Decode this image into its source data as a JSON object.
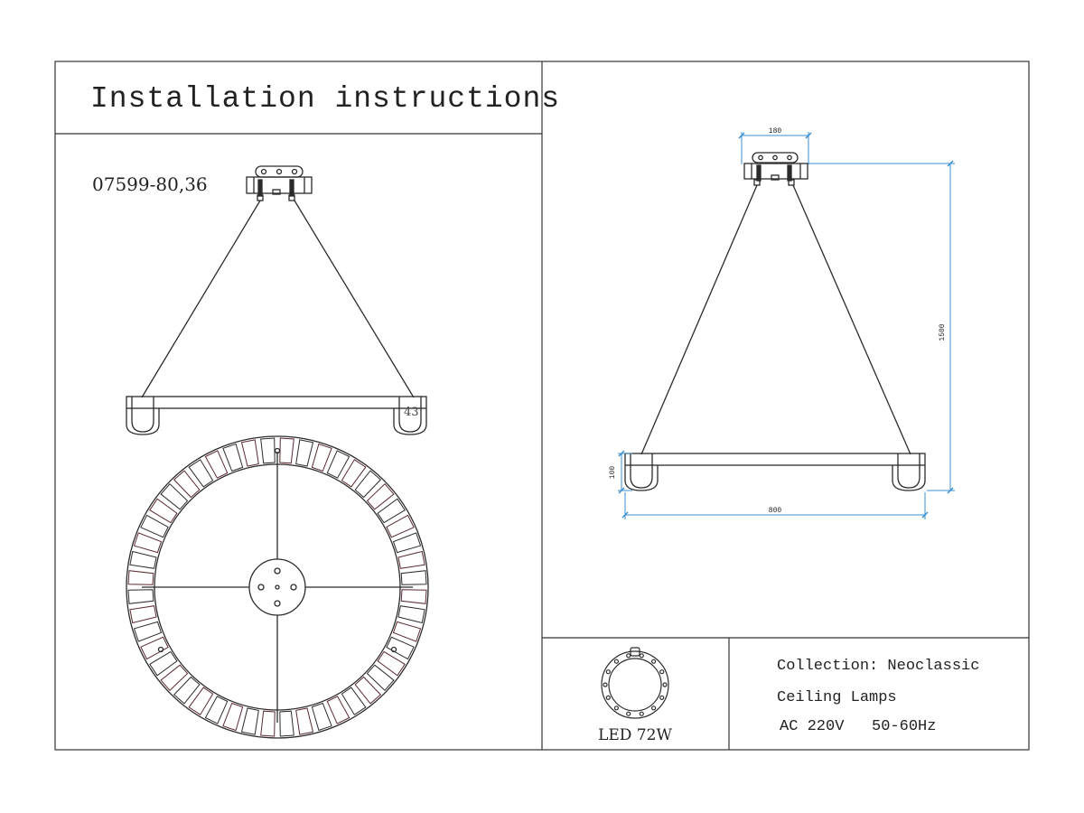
{
  "title": "Installation instructions",
  "model_code": "07599-80,36",
  "side_view_label": "43",
  "dimensions": {
    "base_width": "180",
    "height": "1500",
    "ring_height": "100",
    "diameter": "800"
  },
  "led_label": "LED 72W",
  "specs": {
    "collection": "Collection: Neoclassic",
    "category": "Ceiling Lamps",
    "power": "AC 220V   50-60Hz"
  },
  "colors": {
    "line": "#2b2b2b",
    "dimension": "#3a8fd0",
    "accent_red": "#b0303a"
  }
}
